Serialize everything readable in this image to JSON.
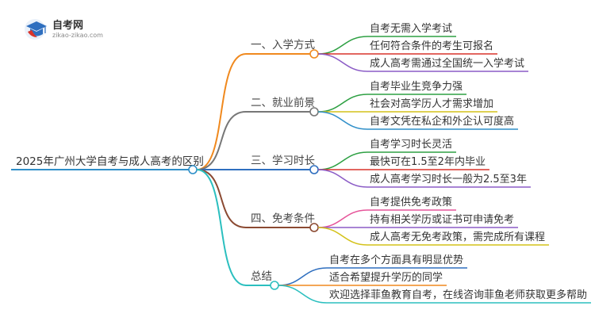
{
  "logo": {
    "title": "自考网",
    "subtitle": "zikao-zikao.com",
    "icon": "graduation-cap-icon",
    "colors": {
      "blue": "#2f6fbf",
      "red": "#d9342b"
    }
  },
  "root": "2025年广州大学自考与成人高考的区别",
  "branches": [
    {
      "label": "一、入学方式",
      "color": "#f0891e",
      "children": [
        {
          "text": "自考无需入学考试",
          "color": "#2ea043"
        },
        {
          "text": "任何符合条件的考生可报名",
          "color": "#d9342b"
        },
        {
          "text": "成人高考需通过全国统一入学考试",
          "color": "#8b5cc6"
        }
      ]
    },
    {
      "label": "二、就业前景",
      "color": "#777777",
      "children": [
        {
          "text": "自考毕业生竞争力强",
          "color": "#2ea043"
        },
        {
          "text": "社会对高学历人才需求增加",
          "color": "#d4c21a"
        },
        {
          "text": "自考文凭在私企和外企认可度高",
          "color": "#2f8fc9"
        }
      ]
    },
    {
      "label": "三、学习时长",
      "color": "#2f6fbf",
      "children": [
        {
          "text": "自考学习时长灵活",
          "color": "#2ea043"
        },
        {
          "text": "最快可在1.5至2年内毕业",
          "color": "#d9342b"
        },
        {
          "text": "成人高考学习时长一般为2.5至3年",
          "color": "#8b5cc6"
        }
      ]
    },
    {
      "label": "四、免考条件",
      "color": "#8b4a32",
      "children": [
        {
          "text": "自考提供免考政策",
          "color": "#e6559a"
        },
        {
          "text": "持有相关学历或证书可申请免考",
          "color": "#8b5cc6"
        },
        {
          "text": "成人高考无免考政策，需完成所有课程",
          "color": "#d4c21a"
        }
      ]
    },
    {
      "label": "总结",
      "color": "#2bbfbf",
      "children": [
        {
          "text": "自考在多个方面具有明显优势",
          "color": "#2f6fbf"
        },
        {
          "text": "适合希望提升学历的同学",
          "color": "#f0891e"
        },
        {
          "text": "欢迎选择菲鱼教育自考，在线咨询菲鱼老师获取更多帮助",
          "color": "#2bbfbf"
        }
      ]
    }
  ]
}
